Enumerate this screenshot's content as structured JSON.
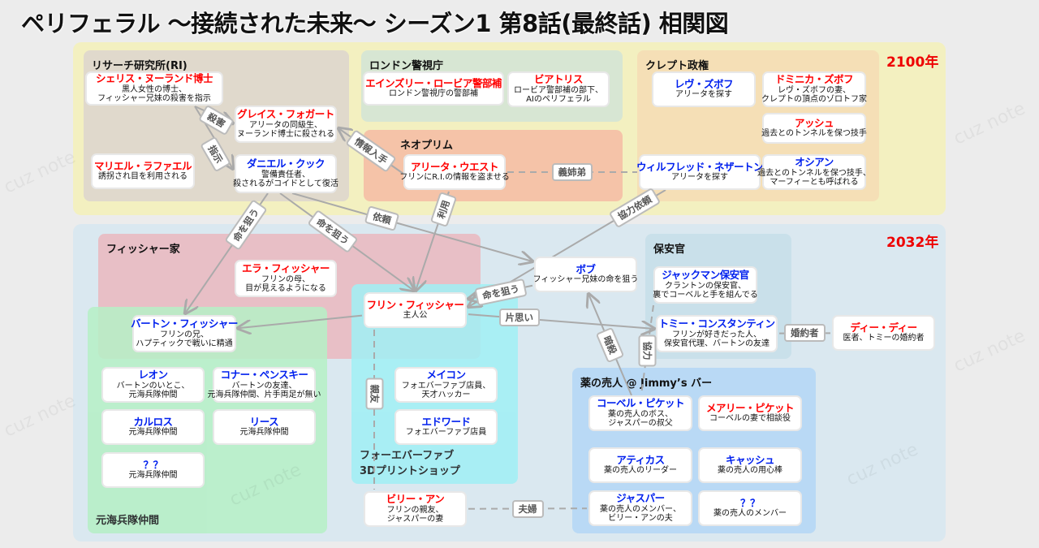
{
  "title": "ペリフェラル ～接続された未来～ シーズン1 第8話(最終話) 相関図",
  "eras": [
    {
      "id": "e2100",
      "label": "2100年"
    },
    {
      "id": "e2032",
      "label": "2032年"
    }
  ],
  "groups": [
    {
      "id": "ri",
      "label": "リサーチ研究所(RI)",
      "color": "#e0d9cc"
    },
    {
      "id": "london",
      "label": "ロンドン警視庁",
      "color": "#d7e6d3"
    },
    {
      "id": "neoplim",
      "label": "ネオプリム",
      "color": "#f5c3a8"
    },
    {
      "id": "klept",
      "label": "クレプト政権",
      "color": "#f5dfb6"
    },
    {
      "id": "fisher",
      "label": "フィッシャー家",
      "color": "#e8bfc6"
    },
    {
      "id": "marines",
      "label": "元海兵隊仲間",
      "color": "#b5f0c5"
    },
    {
      "id": "shop",
      "label": "フォーエバーファブ\n3Dプリントショップ",
      "color": "#a0f0f5"
    },
    {
      "id": "security",
      "label": "保安官",
      "color": "#c9e0ea"
    },
    {
      "id": "drug",
      "label": "薬の売人 @ Jimmy’s バー",
      "color": "#b9d9f5"
    }
  ],
  "colors": {
    "red": "#ff0000",
    "blue": "#0020ee",
    "edge": "#aaaaaa",
    "panel2100": "#f3f0c0",
    "panel2032": "#dae8f0"
  },
  "nodes": [
    {
      "id": "cherise",
      "name": "シェリス・ヌーランド博士",
      "desc": "黒人女性の博士、\nフィッシャー兄妹の殺害を指示",
      "color": "red"
    },
    {
      "id": "grace",
      "name": "グレイス・フォガート",
      "desc": "アリータの同級生、\nヌーランド博士に殺される",
      "color": "red"
    },
    {
      "id": "marielle",
      "name": "マリエル・ラファエル",
      "desc": "誘拐され目を利用される",
      "color": "red"
    },
    {
      "id": "daniel",
      "name": "ダニエル・クック",
      "desc": "警備責任者、\n殺されるがコイドとして復活",
      "color": "blue"
    },
    {
      "id": "ainsley",
      "name": "エインズリー・ロービア警部補",
      "desc": "ロンドン警視庁の警部補",
      "color": "red"
    },
    {
      "id": "beatrice",
      "name": "ビアトリス",
      "desc": "ロービア警部補の部下、\nAIのペリフェラル",
      "color": "red"
    },
    {
      "id": "aelita",
      "name": "アリータ・ウエスト",
      "desc": "フリンにR.I.の情報を盗ませる",
      "color": "red"
    },
    {
      "id": "lev",
      "name": "レヴ・ズボフ",
      "desc": "アリータを探す",
      "color": "blue"
    },
    {
      "id": "dominika",
      "name": "ドミニカ・ズボフ",
      "desc": "レヴ・ズボフの妻、\nクレプトの頂点のゾロトフ家",
      "color": "red"
    },
    {
      "id": "ash",
      "name": "アッシュ",
      "desc": "過去とのトンネルを保つ技手",
      "color": "red"
    },
    {
      "id": "wilf",
      "name": "ウィルフレッド・ネザートン",
      "desc": "アリータを探す",
      "color": "blue"
    },
    {
      "id": "ossian",
      "name": "オシアン",
      "desc": "過去とのトンネルを保つ技手、\nマーフィーとも呼ばれる",
      "color": "blue"
    },
    {
      "id": "ella",
      "name": "エラ・フィッシャー",
      "desc": "フリンの母、\n目が見えるようになる",
      "color": "red"
    },
    {
      "id": "flynne",
      "name": "フリン・フィッシャー",
      "desc": "主人公",
      "color": "red"
    },
    {
      "id": "bob",
      "name": "ボブ",
      "desc": "フィッシャー兄妹の命を狙う",
      "color": "blue"
    },
    {
      "id": "burton",
      "name": "バートン・フィッシャー",
      "desc": "フリンの兄、\nハプティックで戦いに精通",
      "color": "blue"
    },
    {
      "id": "jackman",
      "name": "ジャックマン保安官",
      "desc": "クラントンの保安官、\n裏でコーベルと手を組んでる",
      "color": "blue"
    },
    {
      "id": "tommy",
      "name": "トミー・コンスタンティン",
      "desc": "フリンが好きだった人、\n保安官代理、バートンの友達",
      "color": "blue"
    },
    {
      "id": "dee",
      "name": "ディー・ディー",
      "desc": "医者、トミーの婚約者",
      "color": "red"
    },
    {
      "id": "leon",
      "name": "レオン",
      "desc": "バートンのいとこ、\n元海兵隊仲間",
      "color": "blue"
    },
    {
      "id": "conor",
      "name": "コナー・ペンスキー",
      "desc": "バートンの友達、\n元海兵隊仲間、片手両足が無い",
      "color": "blue"
    },
    {
      "id": "carlos",
      "name": "カルロス",
      "desc": "元海兵隊仲間",
      "color": "blue"
    },
    {
      "id": "reece",
      "name": "リース",
      "desc": "元海兵隊仲間",
      "color": "blue"
    },
    {
      "id": "unknown1",
      "name": "？？",
      "desc": "元海兵隊仲間",
      "color": "blue"
    },
    {
      "id": "macon",
      "name": "メイコン",
      "desc": "フォエバーファブ店員、\n天才ハッカー",
      "color": "blue"
    },
    {
      "id": "edward",
      "name": "エドワード",
      "desc": "フォエバーファブ店員",
      "color": "blue"
    },
    {
      "id": "billy",
      "name": "ビリー・アン",
      "desc": "フリンの親友、\nジャスパーの妻",
      "color": "red"
    },
    {
      "id": "corbell",
      "name": "コーベル・ピケット",
      "desc": "薬の売人のボス、\nジャスパーの叔父",
      "color": "blue"
    },
    {
      "id": "mary",
      "name": "メアリー・ピケット",
      "desc": "コーベルの妻で相談役",
      "color": "red"
    },
    {
      "id": "atticus",
      "name": "アティカス",
      "desc": "薬の売人のリーダー",
      "color": "blue"
    },
    {
      "id": "cash",
      "name": "キャッシュ",
      "desc": "薬の売人の用心棒",
      "color": "blue"
    },
    {
      "id": "jasper",
      "name": "ジャスパー",
      "desc": "薬の売人のメンバー、\nビリー・アンの夫",
      "color": "blue"
    },
    {
      "id": "unknown2",
      "name": "？？",
      "desc": "薬の売人のメンバー",
      "color": "blue"
    }
  ],
  "edges": [
    {
      "id": "e1",
      "from": "cherise",
      "to": "grace",
      "label": "殺害",
      "style": "arrow"
    },
    {
      "id": "e2",
      "from": "cherise",
      "to": "daniel",
      "label": "指示",
      "style": "arrow"
    },
    {
      "id": "e3",
      "from": "aelita",
      "to": "grace",
      "label": "情報入手",
      "style": "arrow"
    },
    {
      "id": "e4",
      "from": "aelita",
      "to": "wilf",
      "label": "義姉弟",
      "style": "dashed"
    },
    {
      "id": "e5",
      "from": "daniel",
      "to": "burton",
      "label": "命を狙う",
      "style": "arrow"
    },
    {
      "id": "e6",
      "from": "daniel",
      "to": "flynne",
      "label": "命を狙う",
      "style": "arrow"
    },
    {
      "id": "e7",
      "from": "daniel",
      "to": "bob",
      "label": "依頼",
      "style": "arrow"
    },
    {
      "id": "e8",
      "from": "aelita",
      "to": "flynne",
      "label": "利用",
      "style": "arrow"
    },
    {
      "id": "e9",
      "from": "wilf",
      "to": "flynne",
      "label": "協力依頼",
      "style": "arrow"
    },
    {
      "id": "e10",
      "from": "bob",
      "to": "flynne",
      "label": "命を狙う",
      "style": "arrow"
    },
    {
      "id": "e11",
      "from": "flynne",
      "to": "burton",
      "label": "",
      "style": "arrow"
    },
    {
      "id": "e12",
      "from": "flynne",
      "to": "tommy",
      "label": "片思い",
      "style": "arrow"
    },
    {
      "id": "e13",
      "from": "corbell",
      "to": "bob",
      "label": "暗殺",
      "style": "arrow"
    },
    {
      "id": "e14",
      "from": "jackman",
      "to": "corbell",
      "label": "協力",
      "style": "dashed"
    },
    {
      "id": "e15",
      "from": "tommy",
      "to": "dee",
      "label": "婚約者",
      "style": "line"
    },
    {
      "id": "e16",
      "from": "flynne",
      "to": "billy",
      "label": "親友",
      "style": "dashed"
    },
    {
      "id": "e17",
      "from": "billy",
      "to": "jasper",
      "label": "夫婦",
      "style": "dashed"
    }
  ],
  "watermark": "cuz note"
}
